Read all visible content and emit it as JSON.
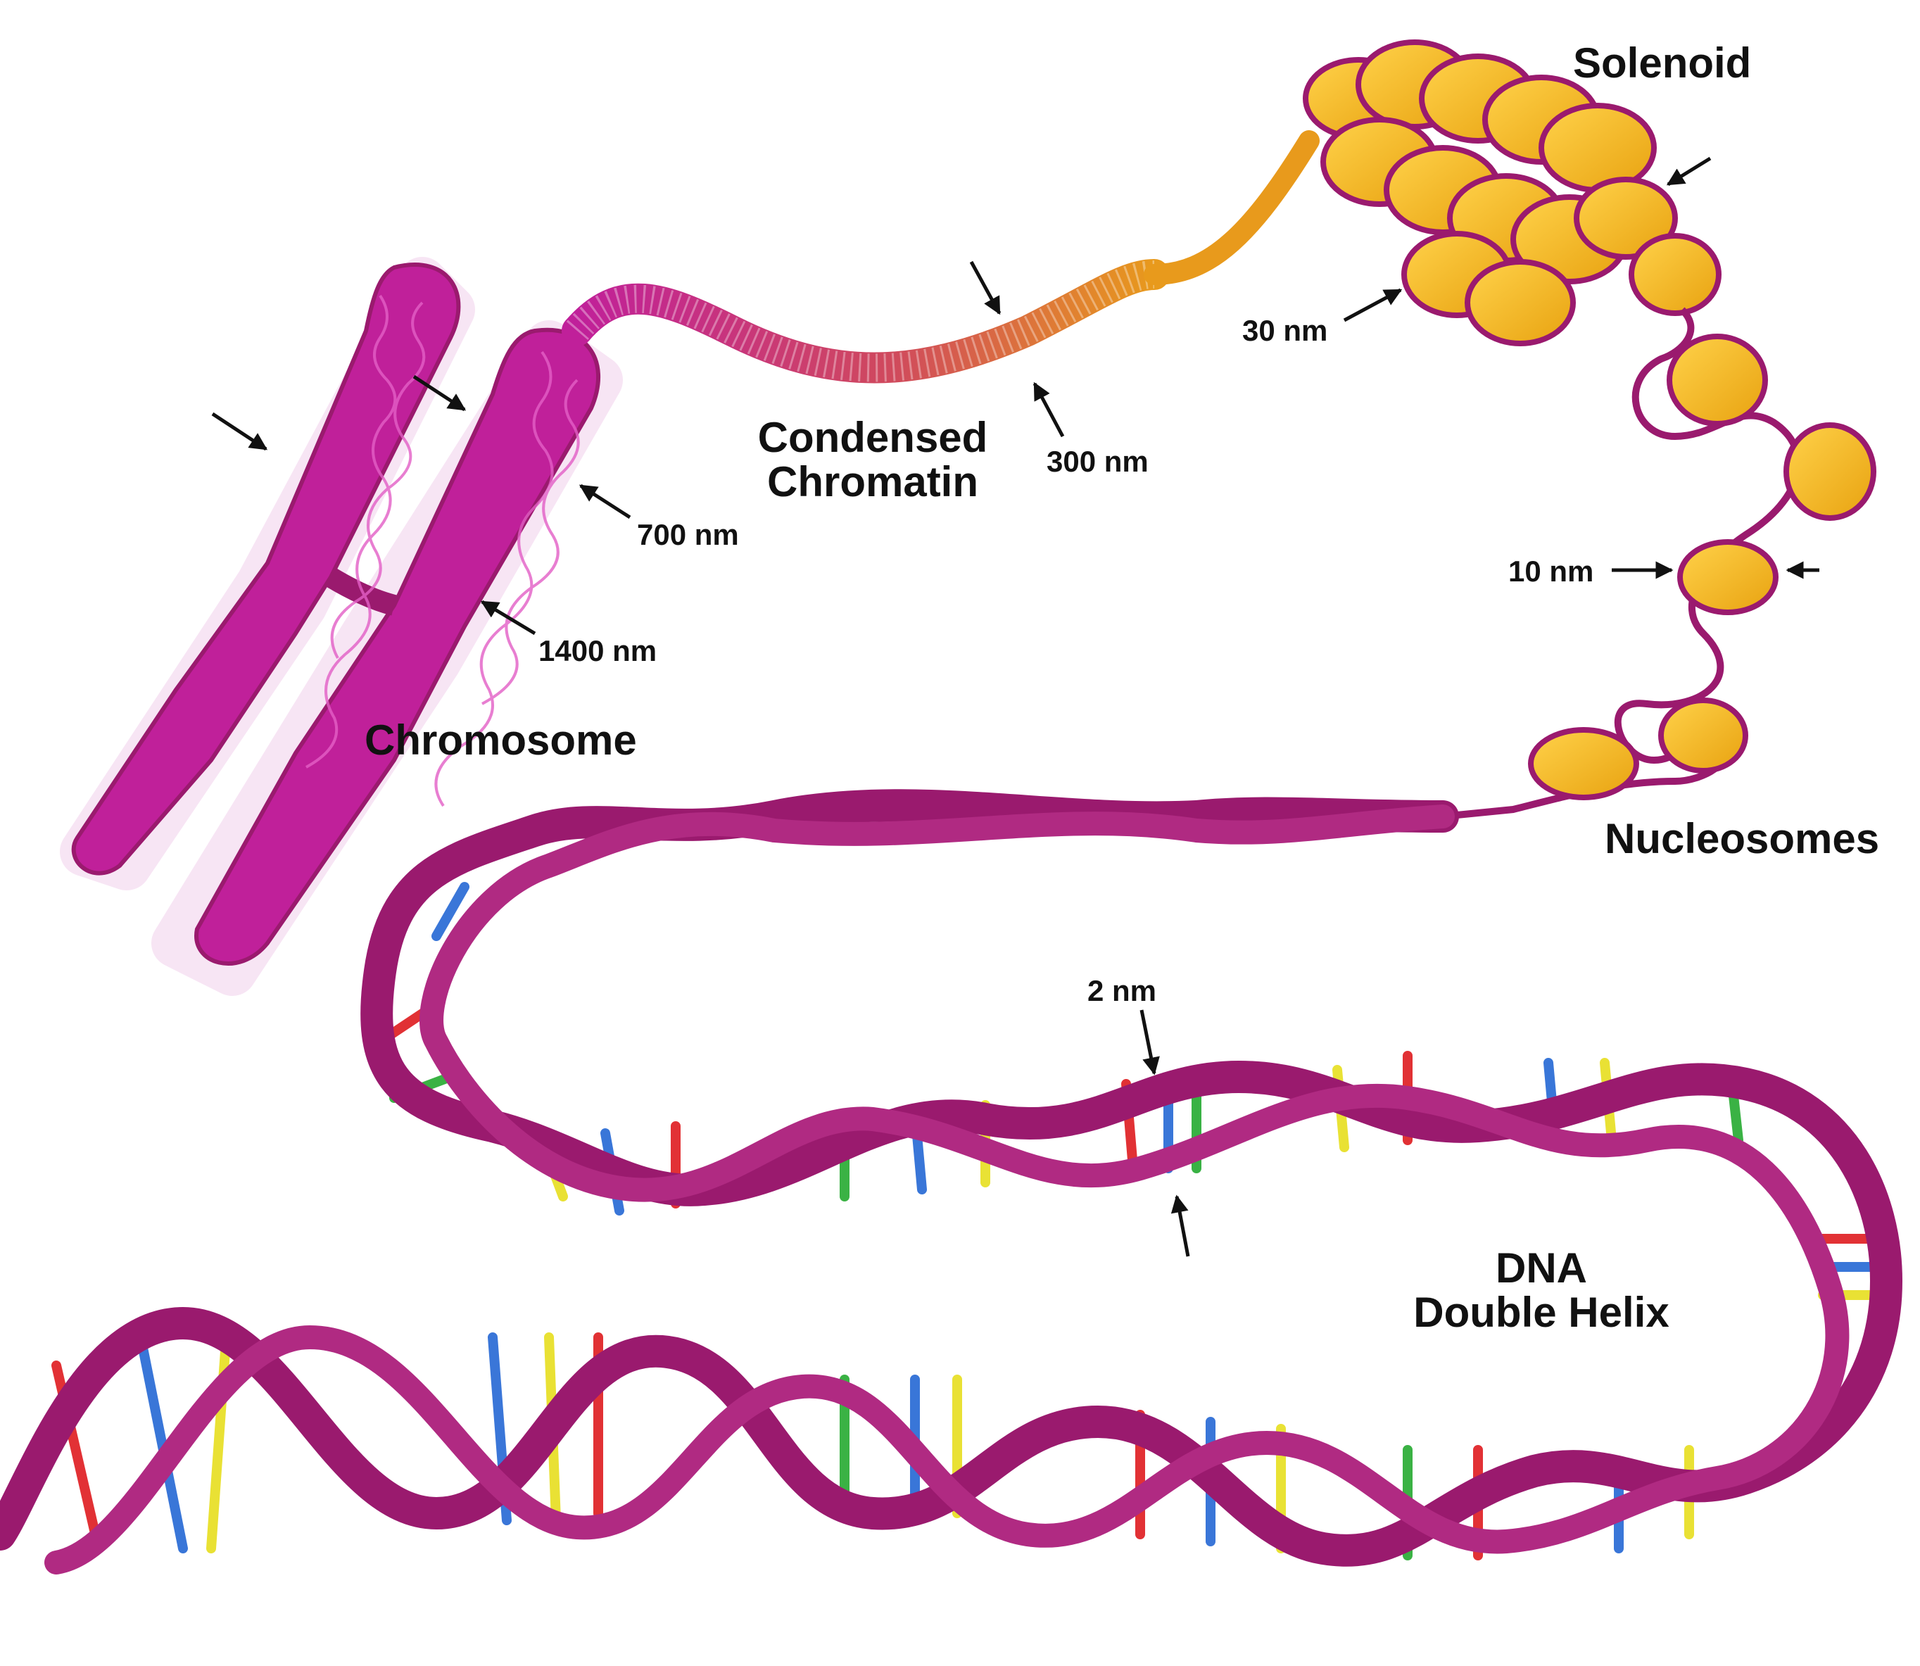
{
  "labels": {
    "solenoid": "Solenoid",
    "condensed_line1": "Condensed",
    "condensed_line2": "Chromatin",
    "chromosome": "Chromosome",
    "nucleosomes": "Nucleosomes",
    "dna_line1": "DNA",
    "dna_line2": "Double Helix"
  },
  "measurements": {
    "nm30": "30 nm",
    "nm300": "300 nm",
    "nm700": "700 nm",
    "nm1400": "1400 nm",
    "nm10": "10 nm",
    "nm2": "2 nm"
  },
  "colors": {
    "backbone": "#9a1a6e",
    "chromosome": "#c0209a",
    "chromosome_glow": "#e6a8dc",
    "histone": "#f0b51c",
    "histone_dark": "#c98a08",
    "chromatin_orange": "#e58a1e",
    "base_yellow": "#e8e02a",
    "base_blue": "#2f6fd6",
    "base_red": "#e0262a",
    "base_green": "#2fae3a",
    "arrow": "#111111"
  }
}
